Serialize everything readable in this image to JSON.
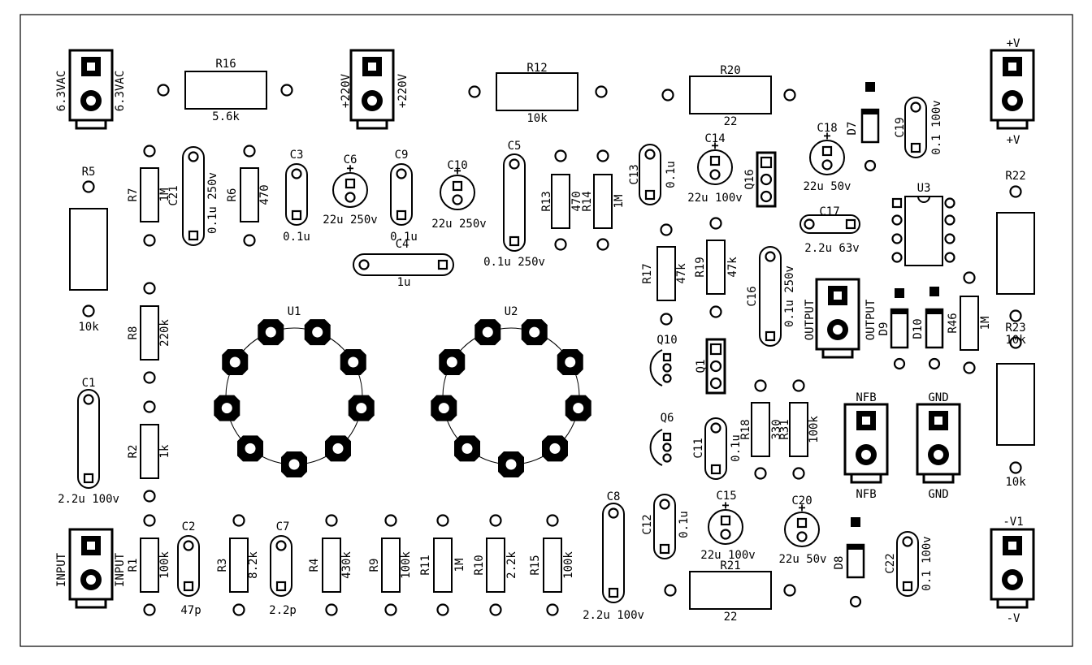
{
  "connectors": [
    {
      "ref": "6.3VAC",
      "pins": 2
    },
    {
      "ref": "+220V",
      "pins": 2
    },
    {
      "ref": "+V",
      "pins": 2
    },
    {
      "ref": "OUTPUT",
      "pins": 2
    },
    {
      "ref": "NFB",
      "pins": 2
    },
    {
      "ref": "GND",
      "pins": 2
    },
    {
      "ref": "INPUT",
      "pins": 2
    },
    {
      "ref": "-V1",
      "pins": 2,
      "bottom_label": "-V"
    }
  ],
  "resistors": [
    {
      "ref": "R16",
      "value": "5.6k"
    },
    {
      "ref": "R12",
      "value": "10k"
    },
    {
      "ref": "R20",
      "value": "22"
    },
    {
      "ref": "R5",
      "value": "10k"
    },
    {
      "ref": "R7",
      "value": "1M"
    },
    {
      "ref": "R6",
      "value": "470"
    },
    {
      "ref": "R13",
      "value": "470"
    },
    {
      "ref": "R14",
      "value": "1M"
    },
    {
      "ref": "R17",
      "value": "47k"
    },
    {
      "ref": "R19",
      "value": "47k"
    },
    {
      "ref": "R8",
      "value": "220k"
    },
    {
      "ref": "R2",
      "value": "1k"
    },
    {
      "ref": "R22",
      "value": "10k"
    },
    {
      "ref": "R23",
      "value": "10k"
    },
    {
      "ref": "R46",
      "value": "1M"
    },
    {
      "ref": "R18",
      "value": "330"
    },
    {
      "ref": "R31",
      "value": "100k"
    },
    {
      "ref": "R1",
      "value": "100k"
    },
    {
      "ref": "R3",
      "value": "8.2k"
    },
    {
      "ref": "R4",
      "value": "430k"
    },
    {
      "ref": "R9",
      "value": "100k"
    },
    {
      "ref": "R11",
      "value": "1M"
    },
    {
      "ref": "R10",
      "value": "2.2k"
    },
    {
      "ref": "R15",
      "value": "100k"
    },
    {
      "ref": "R21",
      "value": "22"
    }
  ],
  "capacitors": [
    {
      "ref": "C21",
      "value": "0.1u 250v"
    },
    {
      "ref": "C3",
      "value": "0.1u"
    },
    {
      "ref": "C6",
      "value": "22u 250v"
    },
    {
      "ref": "C9",
      "value": "0.1u"
    },
    {
      "ref": "C10",
      "value": "22u 250v"
    },
    {
      "ref": "C5",
      "value": "0.1u 250v"
    },
    {
      "ref": "C4",
      "value": "1u"
    },
    {
      "ref": "C13",
      "value": "0.1u"
    },
    {
      "ref": "C14",
      "value": "22u 100v"
    },
    {
      "ref": "C18",
      "value": "22u 50v"
    },
    {
      "ref": "C19",
      "value": "0.1 100v"
    },
    {
      "ref": "C17",
      "value": "2.2u 63v"
    },
    {
      "ref": "C16",
      "value": "0.1u 250v"
    },
    {
      "ref": "C1",
      "value": "2.2u 100v"
    },
    {
      "ref": "C11",
      "value": "0.1u"
    },
    {
      "ref": "C2",
      "value": "47p"
    },
    {
      "ref": "C7",
      "value": "2.2p"
    },
    {
      "ref": "C8",
      "value": "2.2u 100v"
    },
    {
      "ref": "C12",
      "value": "0.1u"
    },
    {
      "ref": "C15",
      "value": "22u 100v"
    },
    {
      "ref": "C20",
      "value": "22u 50v"
    },
    {
      "ref": "C22",
      "value": "0.1 100v"
    }
  ],
  "semis": [
    {
      "ref": "Q16"
    },
    {
      "ref": "Q1"
    },
    {
      "ref": "Q10"
    },
    {
      "ref": "Q6"
    },
    {
      "ref": "D7"
    },
    {
      "ref": "D8"
    },
    {
      "ref": "D9"
    },
    {
      "ref": "D10"
    },
    {
      "ref": "U1"
    },
    {
      "ref": "U2"
    },
    {
      "ref": "U3"
    }
  ]
}
